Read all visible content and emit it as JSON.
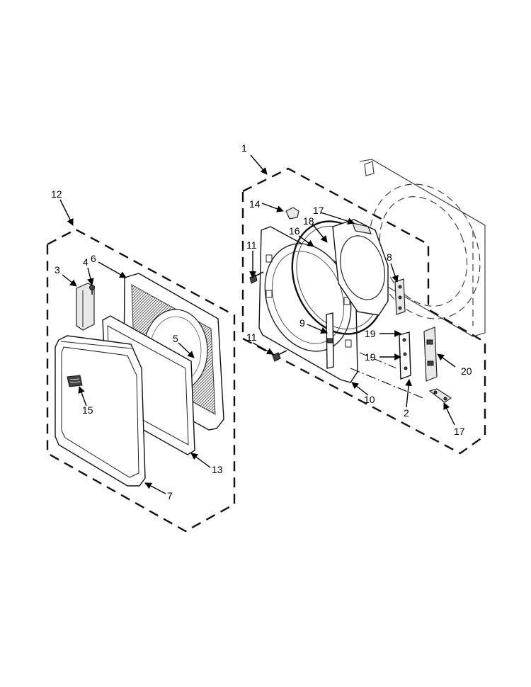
{
  "callouts": [
    {
      "id": "c1",
      "label": "1"
    },
    {
      "id": "c2",
      "label": "2"
    },
    {
      "id": "c3",
      "label": "3"
    },
    {
      "id": "c4",
      "label": "4"
    },
    {
      "id": "c5",
      "label": "5"
    },
    {
      "id": "c6",
      "label": "6"
    },
    {
      "id": "c7",
      "label": "7"
    },
    {
      "id": "c8",
      "label": "8"
    },
    {
      "id": "c9",
      "label": "9"
    },
    {
      "id": "c10",
      "label": "10"
    },
    {
      "id": "c11a",
      "label": "11"
    },
    {
      "id": "c11b",
      "label": "11"
    },
    {
      "id": "c12",
      "label": "12"
    },
    {
      "id": "c13",
      "label": "13"
    },
    {
      "id": "c14",
      "label": "14"
    },
    {
      "id": "c15",
      "label": "15"
    },
    {
      "id": "c16",
      "label": "16"
    },
    {
      "id": "c17a",
      "label": "17"
    },
    {
      "id": "c17b",
      "label": "17"
    },
    {
      "id": "c18",
      "label": "18"
    },
    {
      "id": "c19a",
      "label": "19"
    },
    {
      "id": "c19b",
      "label": "19"
    },
    {
      "id": "c20",
      "label": "20"
    }
  ]
}
